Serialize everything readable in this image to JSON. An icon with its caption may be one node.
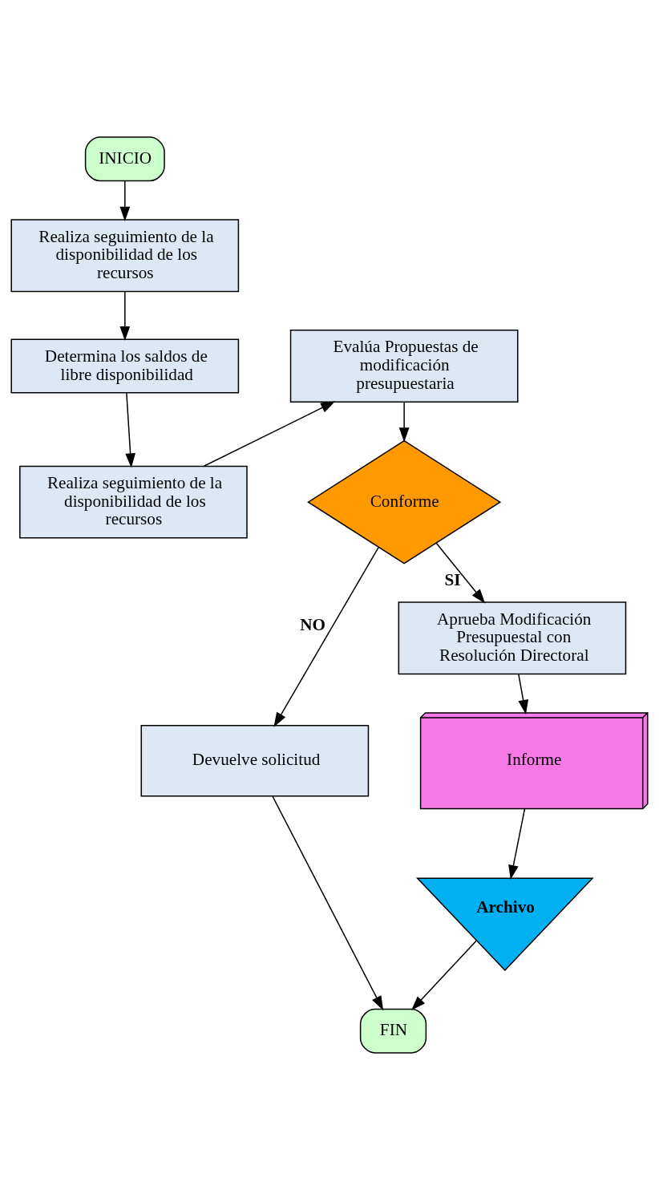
{
  "diagram": {
    "nodes": [
      {
        "text": [
          "INICIO"
        ]
      },
      {
        "text": [
          "Realiza seguimiento de la disponibilidad de los recursos"
        ]
      },
      {
        "text": [
          "Determina los saldos de libre disponibilidad"
        ]
      },
      {
        "text": [
          "Realiza seguimiento de la disponibilidad de los recursos"
        ]
      },
      {
        "text": [
          "Evalúa Propuestas de modificación presupuestaria"
        ]
      },
      {
        "text": [
          "Conforme"
        ]
      },
      {
        "text": [
          "Devuelve solicitud"
        ]
      },
      {
        "text": [
          "Aprueba Modificación Presupuestal con Resolución Directoral"
        ]
      },
      {
        "text": [
          "Informe"
        ]
      },
      {
        "text": [
          "Archivo"
        ]
      },
      {
        "text": [
          "FIN"
        ]
      }
    ],
    "edges": [
      {
        "from": 0,
        "to": 1,
        "arrow": "to"
      },
      {
        "from": 1,
        "to": 2,
        "arrow": "to"
      },
      {
        "from": 2,
        "to": 3,
        "arrow": "to"
      },
      {
        "from": 3,
        "to": 4,
        "arrow": "to"
      },
      {
        "from": 4,
        "to": 5,
        "arrow": "to"
      },
      {
        "from": 5,
        "to": 6,
        "label": "NO",
        "arrow": "to"
      },
      {
        "from": 5,
        "to": 7,
        "label": "SI",
        "arrow": "to"
      },
      {
        "from": 7,
        "to": 8,
        "arrow": "to"
      },
      {
        "from": 8,
        "to": 9,
        "arrow": "to"
      },
      {
        "from": 9,
        "to": 10,
        "arrow": "to"
      },
      {
        "from": 6,
        "to": 10,
        "arrow": "to"
      }
    ]
  }
}
